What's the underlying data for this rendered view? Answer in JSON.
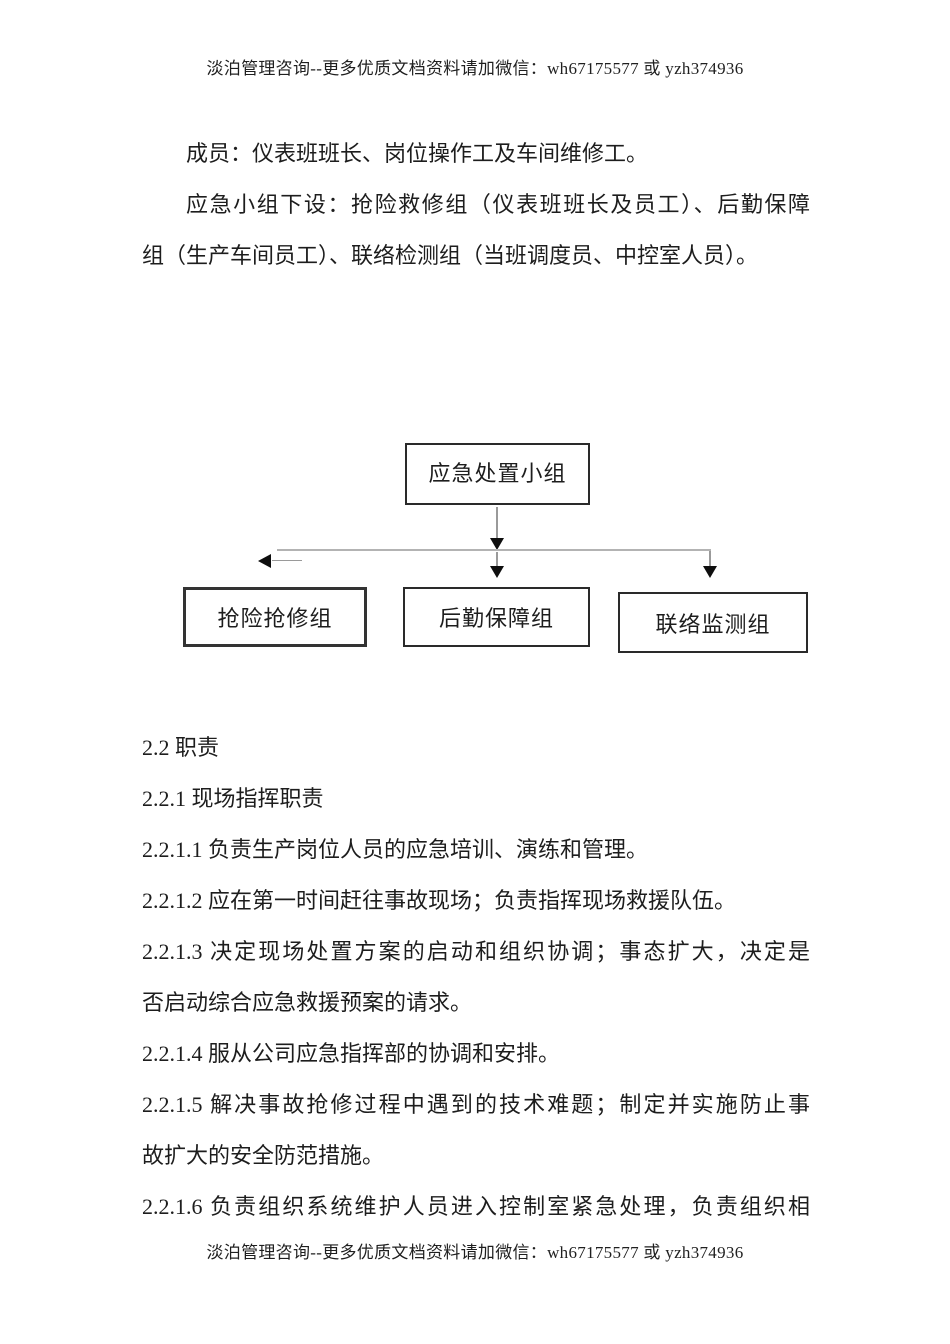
{
  "page": {
    "header": "淡泊管理咨询--更多优质文档资料请加微信：wh67175577 或 yzh374936",
    "footer": "淡泊管理咨询--更多优质文档资料请加微信：wh67175577 或 yzh374936"
  },
  "intro": {
    "lines": [
      {
        "text": "成员：仪表班班长、岗位操作工及车间维修工。"
      },
      {
        "text": "应急小组下设：抢险救修组（仪表班班长及员工）、后勤保障"
      },
      {
        "text": "组（生产车间员工）、联络检测组（当班调度员、中控室人员）。"
      }
    ]
  },
  "diagram": {
    "root_label": "应急处置小组",
    "child_labels": [
      "抢险抢修组",
      "后勤保障组",
      "联络监测组"
    ]
  },
  "sections": {
    "lines": [
      {
        "text": "2.2 职责"
      },
      {
        "text": "2.2.1 现场指挥职责"
      },
      {
        "text": "2.2.1.1 负责生产岗位人员的应急培训、演练和管理。"
      },
      {
        "text": "2.2.1.2 应在第一时间赶往事故现场；负责指挥现场救援队伍。"
      },
      {
        "text": "2.2.1.3 决定现场处置方案的启动和组织协调；事态扩大，决定是"
      },
      {
        "text": "否启动综合应急救援预案的请求。"
      },
      {
        "text": "2.2.1.4 服从公司应急指挥部的协调和安排。"
      },
      {
        "text": "2.2.1.5 解决事故抢修过程中遇到的技术难题；制定并实施防止事"
      },
      {
        "text": "故扩大的安全防范措施。"
      },
      {
        "text": "2.2.1.6 负责组织系统维护人员进入控制室紧急处理，负责组织相"
      }
    ]
  }
}
